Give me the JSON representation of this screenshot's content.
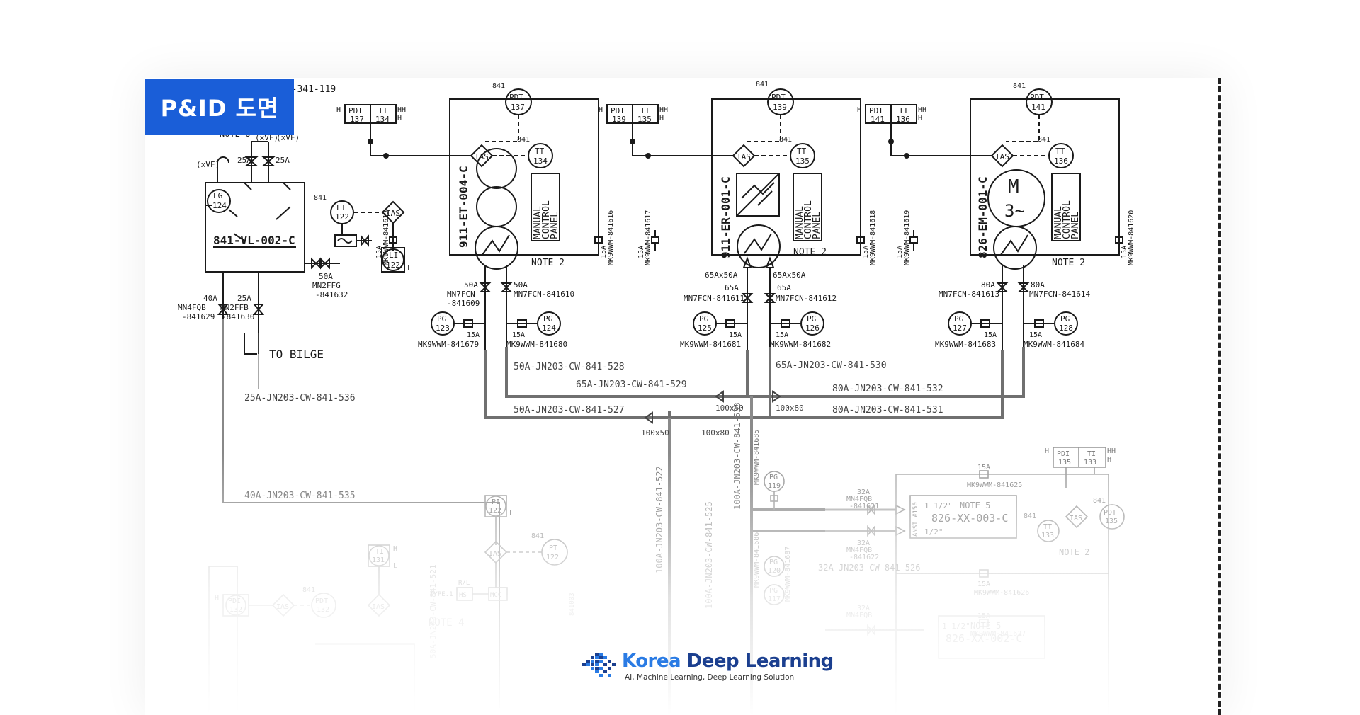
{
  "badge": "P&ID 도면",
  "logo": {
    "brand_a": "Korea",
    "brand_b": " Deep Learning",
    "tagline": "AI, Machine Learning, Deep Learning Solution",
    "colors": [
      "#1b3f8f",
      "#2a7be4"
    ]
  },
  "top_line": "JN203-WP-341-119",
  "tank": {
    "tag": "841-VL-002-C",
    "note": "NOTE 6",
    "lg": [
      "LG",
      "124"
    ],
    "xvf": "(xVF)",
    "v25": "25A",
    "v50": "50A",
    "mn2ffg": [
      "MN2FFG",
      "-841632"
    ],
    "left_valve": [
      "40A",
      "MN4FQB",
      "-841629"
    ],
    "right_valve": [
      "25A",
      "MN2FFB",
      "-841630"
    ],
    "to_bilge": "TO BILGE",
    "line_bilge": "25A-JN203-CW-841-536",
    "line_main": "40A-JN203-CW-841-535",
    "lt": [
      "841",
      "LT",
      "122"
    ],
    "li": [
      "LI",
      "122",
      "L"
    ]
  },
  "units": [
    {
      "tag": "911-ET-004-C",
      "pdi": "137",
      "ti": "134",
      "pdt": "137",
      "tt": "134",
      "left_mk": "MK9WWM-841615",
      "right_mk": "MK9WWM-841616",
      "sz": "50A",
      "fcn_left": [
        "MN7FCN",
        "-841609"
      ],
      "fcn_right": "MN7FCN-841610",
      "pg_left": "123",
      "pg_right": "124",
      "mk_left": "MK9WWM-841679",
      "mk_right": "MK9WWM-841680"
    },
    {
      "tag": "911-ER-001-C",
      "pdi": "139",
      "ti": "135",
      "pdt": "139",
      "tt": "135",
      "left_mk": "MK9WWM-841617",
      "right_mk": "MK9WWM-841618",
      "sz": "65A",
      "fcn_left": [
        "MN7FCN-841611"
      ],
      "fcn_right": "MN7FCN-841612",
      "reducer": "65Ax50A",
      "pg_left": "125",
      "pg_right": "126",
      "mk_left": "MK9WWM-841681",
      "mk_right": "MK9WWM-841682"
    },
    {
      "tag": "826-EM-001-C",
      "pdi": "141",
      "ti": "136",
      "pdt": "141",
      "tt": "136",
      "left_mk": "MK9WWM-841619",
      "right_mk": "MK9WWM-841620",
      "sz": "80A",
      "fcn_left": [
        "MN7FCN-841613"
      ],
      "fcn_right": "MN7FCN-841614",
      "pg_left": "127",
      "pg_right": "128",
      "mk_left": "MK9WWM-841683",
      "mk_right": "MK9WWM-841684"
    }
  ],
  "common": {
    "num": "841",
    "pdi": "PDI",
    "ti": "TI",
    "pdt": "PDT",
    "tt": "TT",
    "pg": "PG",
    "ias": "IAS",
    "hh": "HH",
    "h": "H",
    "note2": "NOTE 2",
    "panel": [
      "MANUAL",
      "CONTROL",
      "PANEL"
    ],
    "small15": "15A",
    "motor": [
      "M",
      "3~"
    ]
  },
  "headers": {
    "h528": "50A-JN203-CW-841-528",
    "h529": "65A-JN203-CW-841-529",
    "h530": "65A-JN203-CW-841-530",
    "h532": "80A-JN203-CW-841-532",
    "h527": "50A-JN203-CW-841-527",
    "h531": "80A-JN203-CW-841-531",
    "r100x50": "100x50",
    "r100x80": "100x80"
  },
  "lower": {
    "v522": "100A-JN203-CW-841-522",
    "v525": "100A-JN203-CW-841-525",
    "v533": "100A-JN203-CW-841-533",
    "mk685": "MK9WWM-841685",
    "mk686": "MK9WWM-841686",
    "mk687": "MK9WWM-841687",
    "pg119": "119",
    "pg120": "120",
    "pg117": "117",
    "pi": [
      "PI",
      "122",
      "L"
    ],
    "pt": [
      "841",
      "PT",
      "122"
    ],
    "ti131": [
      "TI",
      "131",
      "H",
      "L"
    ],
    "pdi132": [
      "PDI",
      "132",
      "H"
    ],
    "pdt132": "132",
    "hs": [
      "R/L",
      "TYPE.1",
      "HS",
      "MCC"
    ],
    "note4": "NOTE 4",
    "v521": "50A-JN203-CW-841-521",
    "v003": "841003",
    "box1_tag": "826-XX-003-C",
    "box1_note": "NOTE 5",
    "box1_sz": [
      "1 1/2\"",
      "1/2\""
    ],
    "box1_side": "ANSI #150",
    "box2_tag": "826-XX-002-C",
    "box2_note": "NOTE 5",
    "box2_sz": "1 1/2\"",
    "mk625": "MK9WWM-841625",
    "mk626": "MK9WWM-841626",
    "mk627": "MK9WWM-841627",
    "fqb1": [
      "32A",
      "MN4FQB",
      "-841621"
    ],
    "fqb2": [
      "32A",
      "MN4FQB",
      "-841622"
    ],
    "fqb3": [
      "32A",
      "MN4FQB"
    ],
    "line526": "32A-JN203-CW-841-526",
    "pdi135": "135",
    "ti133": "133",
    "pdt135": "135",
    "tt133": "133"
  }
}
